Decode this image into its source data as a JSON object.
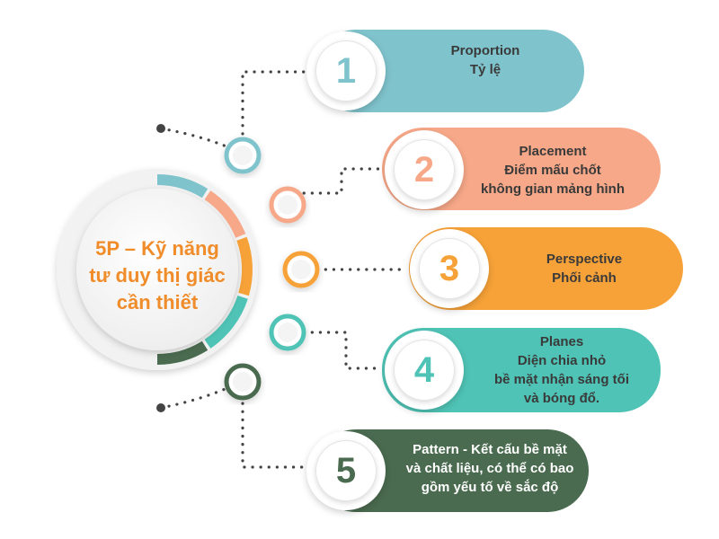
{
  "center": {
    "title_lines": [
      "5P – Kỹ năng",
      "tư duy thị giác",
      "cần thiết"
    ]
  },
  "colors": {
    "blue": "#7fc3cc",
    "salmon": "#f7a888",
    "orange": "#f7a238",
    "teal": "#4fc4b6",
    "green": "#4a6b4f",
    "title": "#f08c2a"
  },
  "items": [
    {
      "number": "1",
      "lines": [
        "Proportion",
        "Tỷ lệ"
      ],
      "color": "#7fc3cc"
    },
    {
      "number": "2",
      "lines": [
        "Placement",
        "Điểm mấu chốt",
        "không gian mảng hình"
      ],
      "color": "#f7a888"
    },
    {
      "number": "3",
      "lines": [
        "Perspective",
        "Phối cảnh"
      ],
      "color": "#f7a238"
    },
    {
      "number": "4",
      "lines": [
        "Planes",
        "Diện chia nhỏ",
        "bề mặt nhận sáng tối",
        "và bóng đổ."
      ],
      "color": "#4fc4b6"
    },
    {
      "number": "5",
      "lines": [
        "Pattern - Kết cấu bề mặt",
        "và chất liệu, có thể có bao",
        "gồm yếu tố về sắc độ"
      ],
      "color": "#4a6b4f"
    }
  ]
}
